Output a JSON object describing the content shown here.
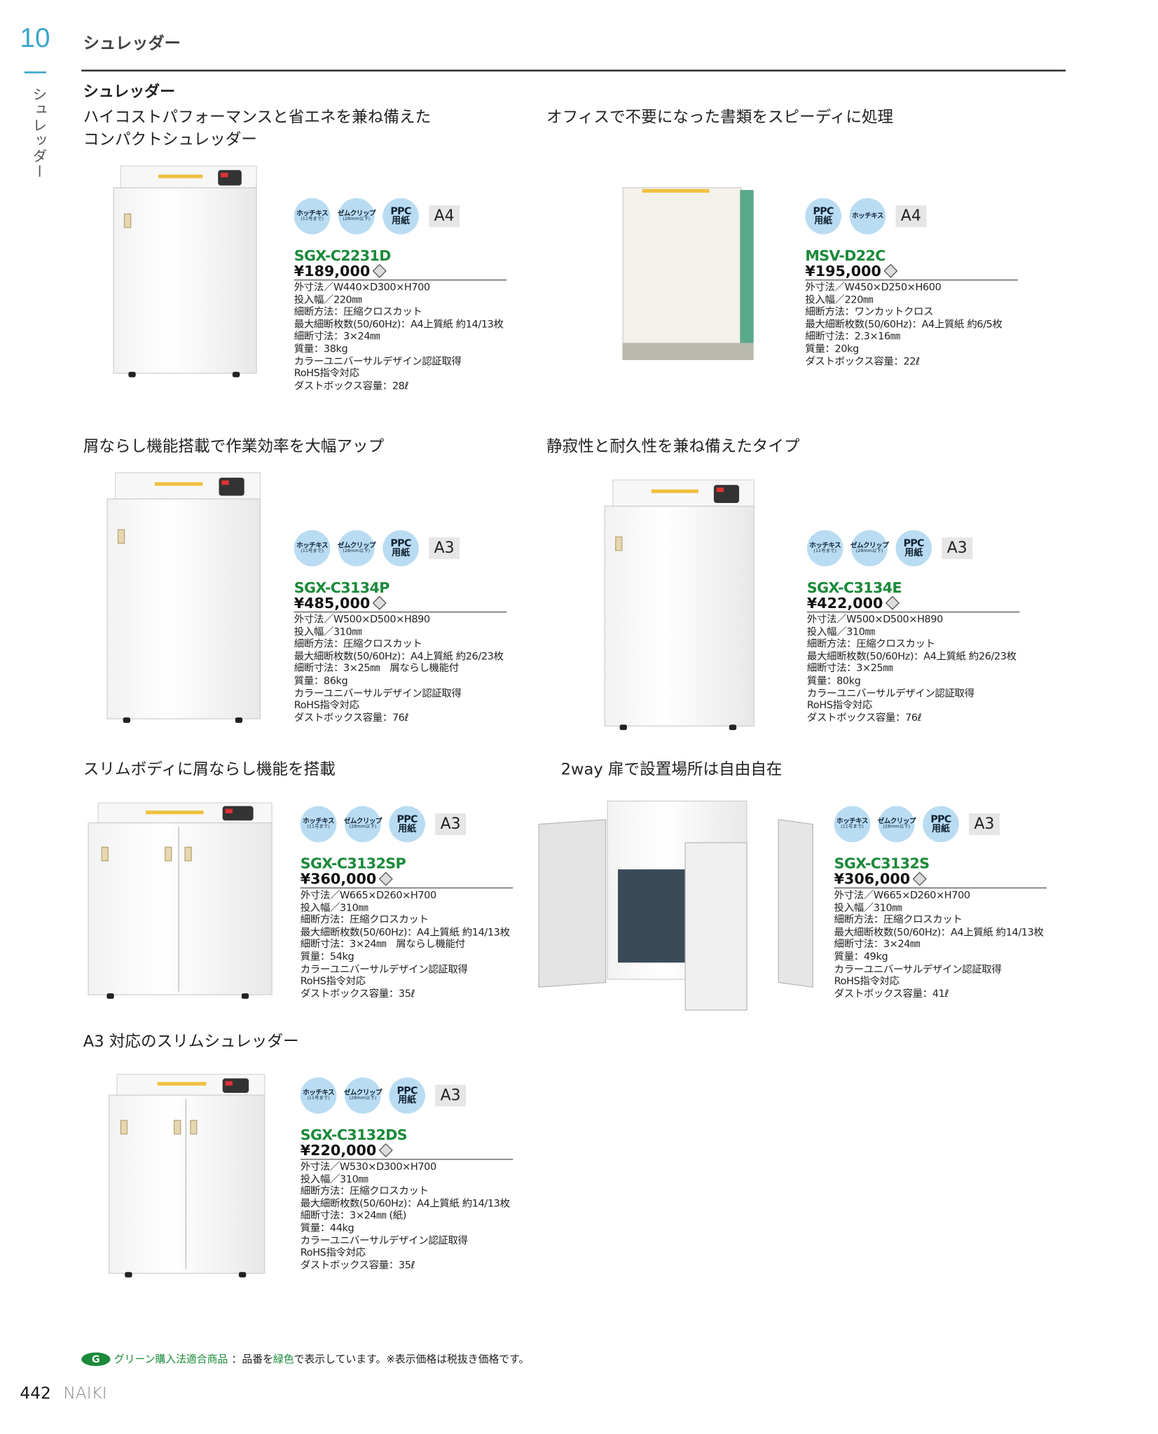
{
  "chapter": {
    "number": "10",
    "vertical_title": "シュレッダー"
  },
  "header": {
    "title": "シュレッダー"
  },
  "section_title": "シュレッダー",
  "badge_types": {
    "hotchkiss": {
      "main": "ホッチキス",
      "sub": "(11号まで)"
    },
    "hotchkiss_plain": {
      "main": "ホッチキス",
      "sub": ""
    },
    "clip": {
      "main": "ゼムクリップ",
      "sub": "(28mm以下)"
    },
    "ppc": {
      "main": "PPC",
      "sub": "用紙"
    }
  },
  "products": [
    {
      "headline": [
        "ハイコストパフォーマンスと省エネを兼ね備えた",
        "コンパクトシュレッダー"
      ],
      "badges": [
        "hotchkiss",
        "clip",
        "ppc"
      ],
      "paper_size": "A4",
      "model": "SGX-C2231D",
      "price": "¥189,000",
      "specs": [
        "外寸法／W440×D300×H700",
        "投入幅／220㎜",
        "細断方法：圧縮クロスカット",
        "最大細断枚数(50/60Hz)：A4上質紙 約14/13枚",
        "細断寸法：3×24㎜",
        "質量：38kg",
        "カラーユニバーサルデザイン認証取得",
        "RoHS指令対応",
        "ダストボックス容量：28ℓ"
      ]
    },
    {
      "headline": [
        "オフィスで不要になった書類をスピーディに処理"
      ],
      "badges": [
        "ppc",
        "hotchkiss_plain"
      ],
      "paper_size": "A4",
      "model": "MSV-D22C",
      "price": "¥195,000",
      "specs": [
        "外寸法／W450×D250×H600",
        "投入幅／220㎜",
        "細断方法：ワンカットクロス",
        "最大細断枚数(50/60Hz)：A4上質紙 約6/5枚",
        "細断寸法：2.3×16㎜",
        "質量：20kg",
        "ダストボックス容量：22ℓ"
      ]
    },
    {
      "headline": [
        "屑ならし機能搭載で作業効率を大幅アップ"
      ],
      "badges": [
        "hotchkiss",
        "clip",
        "ppc"
      ],
      "paper_size": "A3",
      "model": "SGX-C3134P",
      "price": "¥485,000",
      "specs": [
        "外寸法／W500×D500×H890",
        "投入幅／310㎜",
        "細断方法：圧縮クロスカット",
        "最大細断枚数(50/60Hz)：A4上質紙 約26/23枚",
        "細断寸法：3×25㎜　屑ならし機能付",
        "質量：86kg",
        "カラーユニバーサルデザイン認証取得",
        "RoHS指令対応",
        "ダストボックス容量：76ℓ"
      ]
    },
    {
      "headline": [
        "静寂性と耐久性を兼ね備えたタイプ"
      ],
      "badges": [
        "hotchkiss",
        "clip",
        "ppc"
      ],
      "paper_size": "A3",
      "model": "SGX-C3134E",
      "price": "¥422,000",
      "specs": [
        "外寸法／W500×D500×H890",
        "投入幅／310㎜",
        "細断方法：圧縮クロスカット",
        "最大細断枚数(50/60Hz)：A4上質紙 約26/23枚",
        "細断寸法：3×25㎜",
        "質量：80kg",
        "カラーユニバーサルデザイン認証取得",
        "RoHS指令対応",
        "ダストボックス容量：76ℓ"
      ]
    },
    {
      "headline": [
        "スリムボディに屑ならし機能を搭載"
      ],
      "badges": [
        "hotchkiss",
        "clip",
        "ppc"
      ],
      "paper_size": "A3",
      "model": "SGX-C3132SP",
      "price": "¥360,000",
      "specs": [
        "外寸法／W665×D260×H700",
        "投入幅／310㎜",
        "細断方法：圧縮クロスカット",
        "最大細断枚数(50/60Hz)：A4上質紙 約14/13枚",
        "細断寸法：3×24㎜　屑ならし機能付",
        "質量：54kg",
        "カラーユニバーサルデザイン認証取得",
        "RoHS指令対応",
        "ダストボックス容量：35ℓ"
      ]
    },
    {
      "headline": [
        "2way 扉で設置場所は自由自在"
      ],
      "badges": [
        "hotchkiss",
        "clip",
        "ppc"
      ],
      "paper_size": "A3",
      "model": "SGX-C3132S",
      "price": "¥306,000",
      "specs": [
        "外寸法／W665×D260×H700",
        "投入幅／310㎜",
        "細断方法：圧縮クロスカット",
        "最大細断枚数(50/60Hz)：A4上質紙 約14/13枚",
        "細断寸法：3×24㎜",
        "質量：49kg",
        "カラーユニバーサルデザイン認証取得",
        "RoHS指令対応",
        "ダストボックス容量：41ℓ"
      ]
    },
    {
      "headline": [
        "A3 対応のスリムシュレッダー"
      ],
      "badges": [
        "hotchkiss",
        "clip",
        "ppc"
      ],
      "paper_size": "A3",
      "model": "SGX-C3132DS",
      "price": "¥220,000",
      "specs": [
        "外寸法／W530×D300×H700",
        "投入幅／310㎜",
        "細断方法：圧縮クロスカット",
        "最大細断枚数(50/60Hz)：A4上質紙 約14/13枚",
        "細断寸法：3×24㎜ (紙)",
        "質量：44kg",
        "カラーユニバーサルデザイン認証取得",
        "RoHS指令対応",
        "ダストボックス容量：35ℓ"
      ]
    }
  ],
  "footer": {
    "green_label": "グリーン購入法適合商品",
    "note_1": "：品番を",
    "note_green": "緑色",
    "note_2": "で表示しています。※表示価格は税抜き価格です。",
    "page_number": "442",
    "brand": "NAIKI"
  },
  "colors": {
    "accent": "#3aa5c9",
    "model_green": "#1b8a3a",
    "badge_blue": "#b9dcf3",
    "size_gray": "#e6e6e6"
  }
}
